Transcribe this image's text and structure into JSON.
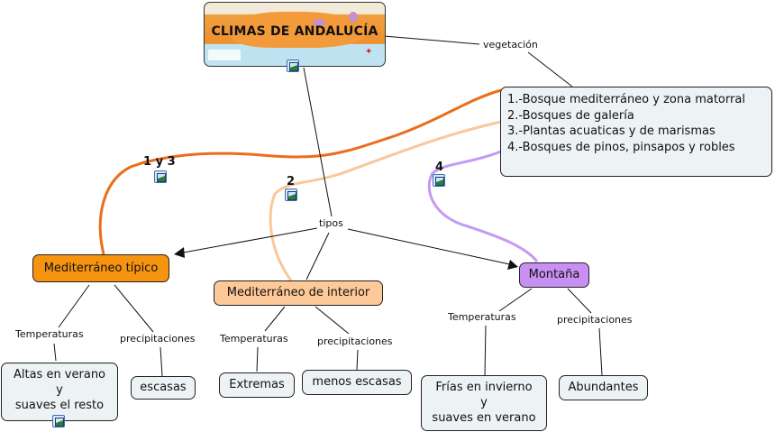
{
  "diagram": {
    "root": {
      "title": "CLIMAS DE ANDALUCÍA",
      "image": "andalusia-climate-map"
    },
    "link_labels": {
      "vegetation": "vegetación",
      "types": "tipos",
      "temp_1": "Temperaturas",
      "prec_1": "precipitaciones",
      "temp_2": "Temperaturas",
      "prec_2": "precipitaciones",
      "temp_3": "Temperaturas",
      "prec_3": "precipitaciones"
    },
    "vegetation_box": {
      "lines": [
        "1.-Bosque mediterráneo y zona matorral",
        "2.-Bosques de galería",
        "3.-Plantas acuaticas y de marismas",
        "4.-Bosques de pinos, pinsapos y robles"
      ]
    },
    "markers": {
      "m13": "1 y 3",
      "m2": "2",
      "m4": "4"
    },
    "climates": [
      {
        "name": "Mediterráneo típico",
        "color": "#f7940f",
        "temperature": [
          "Altas en verano",
          "y",
          "suaves el resto"
        ],
        "precipitation": "escasas"
      },
      {
        "name": "Mediterráneo de interior",
        "color": "#fdc998",
        "temperature": [
          "Extremas"
        ],
        "precipitation": "menos escasas"
      },
      {
        "name": "Montaña",
        "color": "#c990f4",
        "temperature": [
          "Frías en invierno",
          "y",
          "suaves en verano"
        ],
        "precipitation": "Abundantes"
      }
    ],
    "connector_colors": {
      "typical": "#ea6e1a",
      "interior": "#f8c89c",
      "mountain": "#c49af2"
    }
  }
}
